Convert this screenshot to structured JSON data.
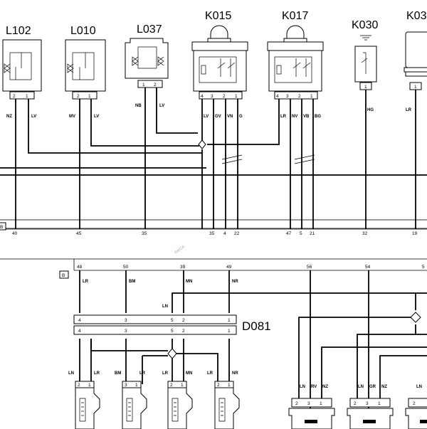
{
  "components": {
    "L102": "L102",
    "L010": "L010",
    "L037": "L037",
    "K015": "K015",
    "K017": "K017",
    "K030": "K030",
    "K03x": "K03",
    "D081": "D081"
  },
  "pins": {
    "L102": [
      "2",
      "1"
    ],
    "L010": [
      "2",
      "1"
    ],
    "L037": [
      "1",
      "2"
    ],
    "K015": [
      "4",
      "3",
      "2",
      "1"
    ],
    "K017": [
      "4",
      "3",
      "2",
      "1"
    ],
    "K030": [
      "1"
    ],
    "K03x": [
      "1"
    ],
    "bottom_a": [
      "2",
      "1"
    ],
    "bottom_b": [
      "3",
      "1"
    ],
    "bottom_c": [
      "2",
      "1"
    ],
    "bottom_d": [
      "2",
      "1"
    ],
    "bottom_e": [
      "2",
      "3",
      "1"
    ],
    "bottom_f": [
      "2",
      "3",
      "1"
    ],
    "bottom_g": [
      "2"
    ],
    "d081_top": [
      "4",
      "3",
      "5",
      "2",
      "1"
    ],
    "d081_bottom": [
      "4",
      "3",
      "5",
      "2",
      "1"
    ]
  },
  "wires_top": [
    "NZ",
    "LV",
    "MV",
    "LV",
    "NB",
    "LV",
    "LV",
    "GV",
    "VN",
    "G",
    "LR",
    "NV",
    "VB",
    "BG",
    "HG",
    "LR"
  ],
  "wires_mid": [
    "LR",
    "BM",
    "MN",
    "NR",
    "LN"
  ],
  "wires_bottom": [
    "LN",
    "LR",
    "BM",
    "LR",
    "LR",
    "MN",
    "LR",
    "NR"
  ],
  "wires_bottom_right": [
    "LN",
    "RV",
    "NZ",
    "LN",
    "GR",
    "NZ",
    "LN"
  ],
  "bus_top_numbers": [
    "40",
    "45",
    "35",
    "35",
    "4",
    "22",
    "47",
    "5",
    "21",
    "32",
    "19"
  ],
  "bus_bottom_numbers": [
    "48",
    "50",
    "39",
    "49",
    "56",
    "54",
    "5"
  ],
  "bus_labels": {
    "top": "B",
    "bottom": "B"
  },
  "watermark": "SWCA"
}
